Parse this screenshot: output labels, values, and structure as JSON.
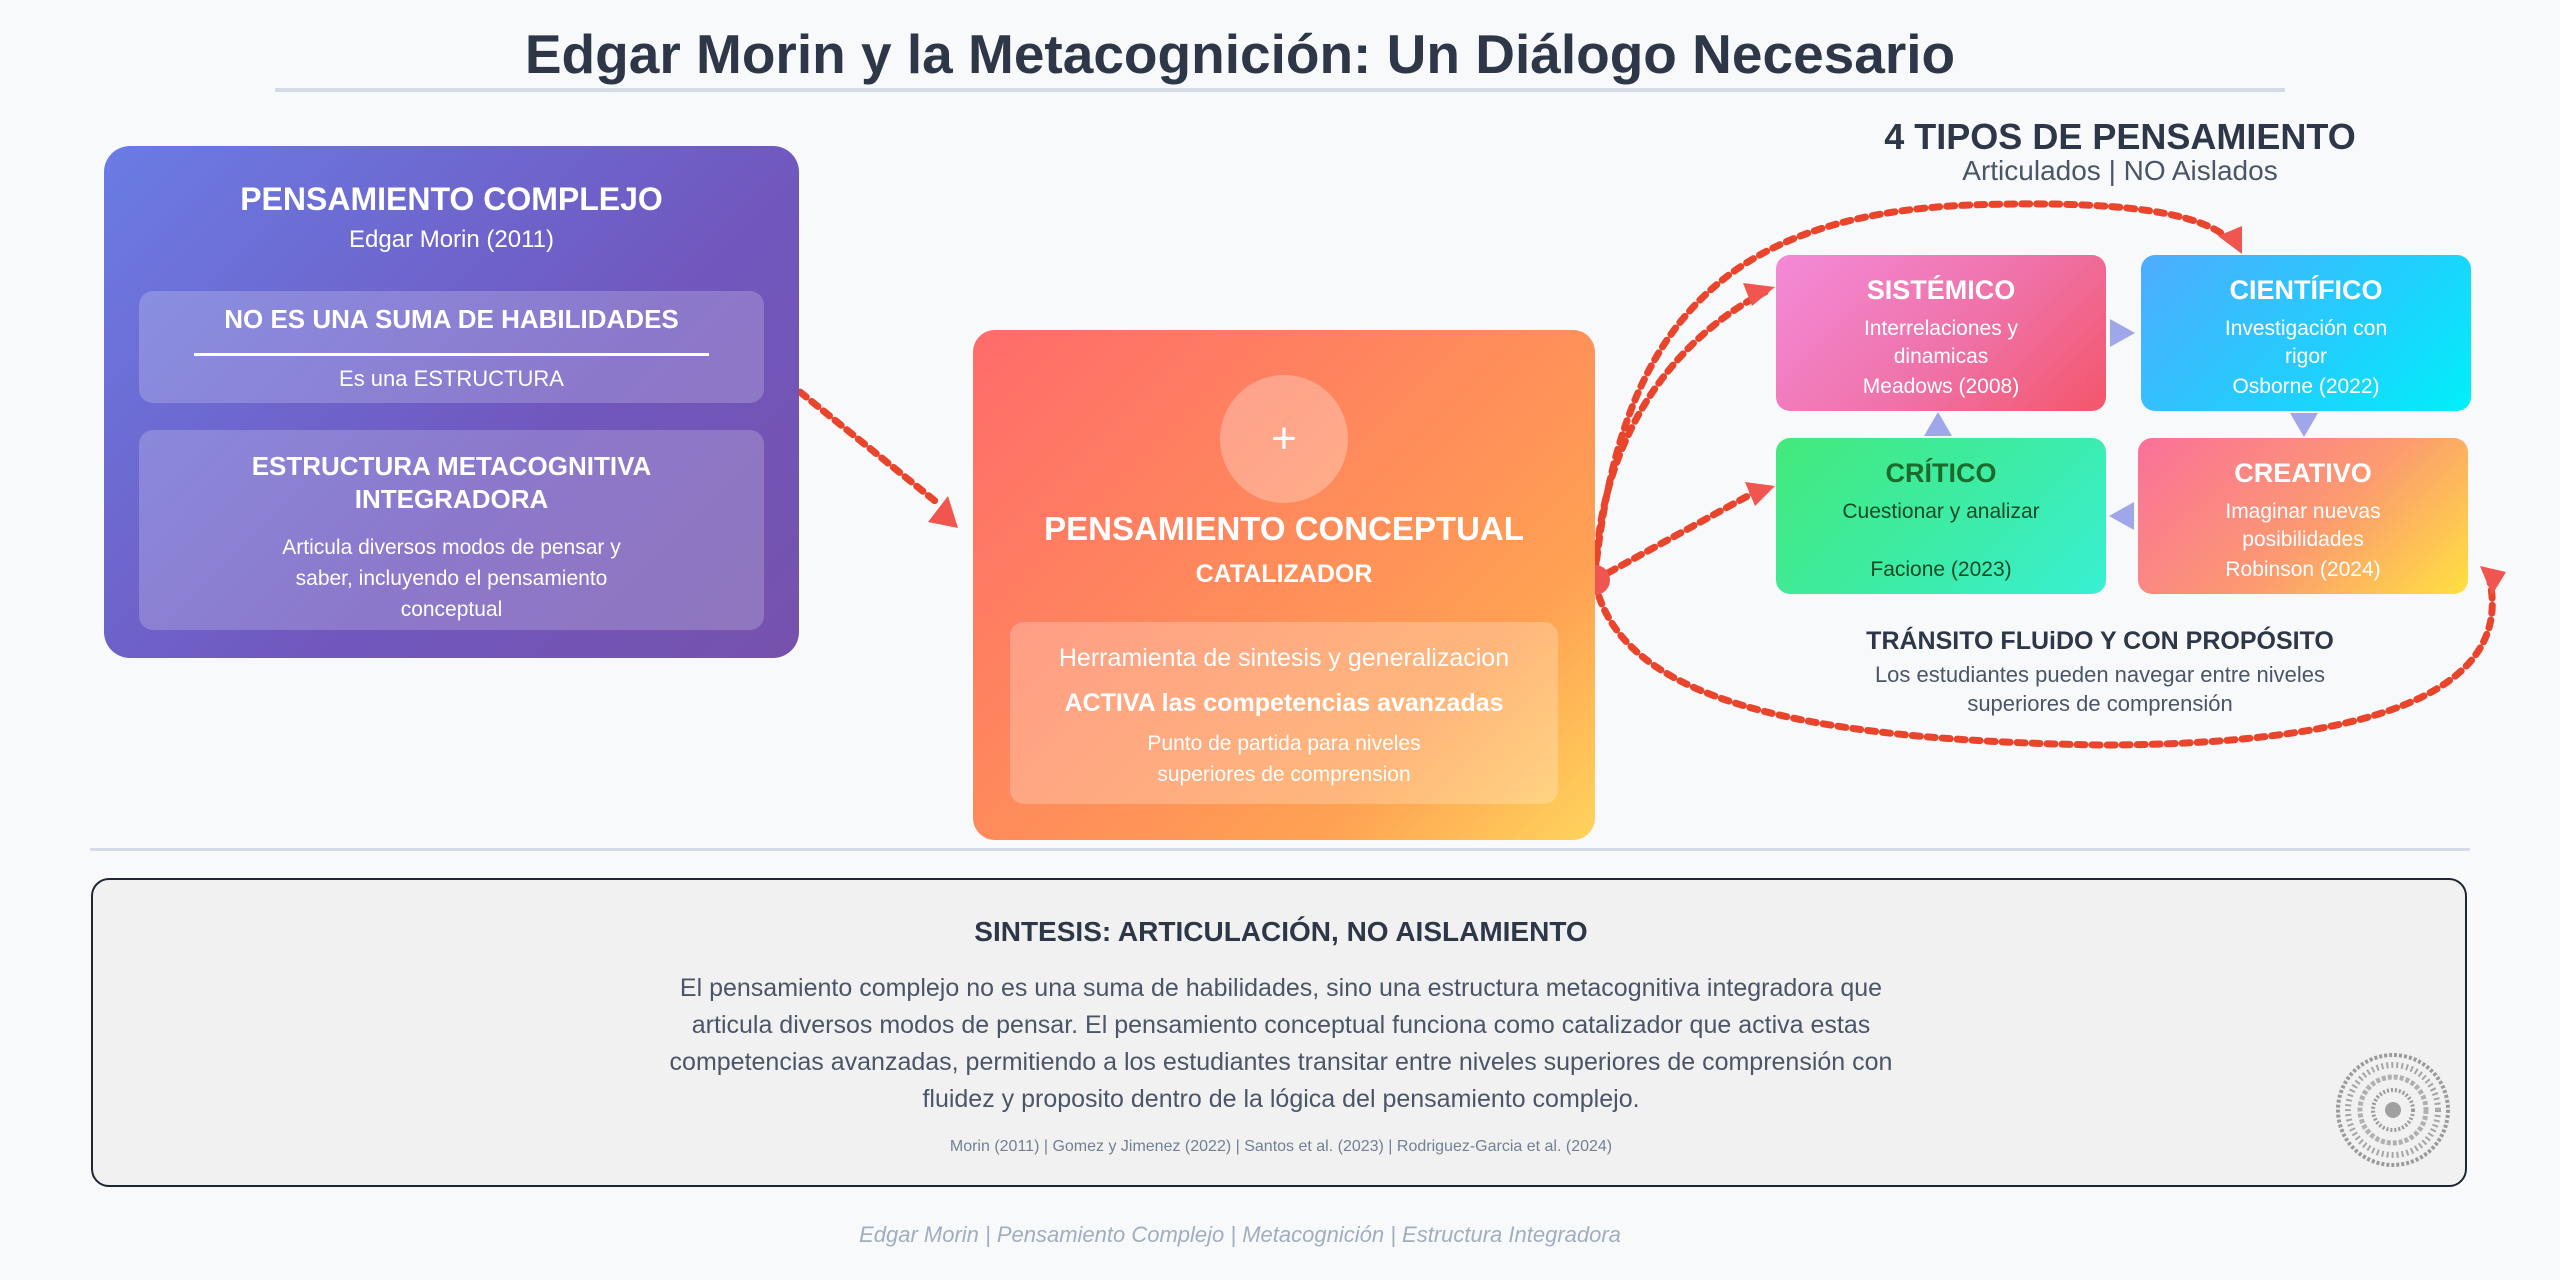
{
  "title": "Edgar Morin y la Metacognición: Un Diálogo Necesario",
  "left": {
    "title": "PENSAMIENTO COMPLEJO",
    "subtitle": "Edgar Morin (2011)",
    "box_a": {
      "title": "NO ES UNA SUMA DE HABILIDADES",
      "text": "Es una ESTRUCTURA"
    },
    "box_b": {
      "title": "ESTRUCTURA METACOGNITIVA INTEGRADORA",
      "text": "Articula diversos modos de pensar y saber, incluyendo el pensamiento conceptual"
    }
  },
  "center": {
    "icon": "+",
    "title": "PENSAMIENTO CONCEPTUAL",
    "subtitle": "CATALIZADOR",
    "line1": "Herramienta de sintesis y generalizacion",
    "line2": "ACTIVA las competencias avanzadas",
    "line3": "Punto de partida para niveles superiores de comprension"
  },
  "types": {
    "title": "4 TIPOS DE PENSAMIENTO",
    "subtitle": "Articulados | NO Aislados",
    "items": [
      {
        "title": "SISTÉMICO",
        "desc": "Interrelaciones y dinamicas",
        "cite": "Meadows (2008)"
      },
      {
        "title": "CIENTÍFICO",
        "desc": "Investigación con rigor",
        "cite": "Osborne (2022)"
      },
      {
        "title": "CRÍTICO",
        "desc": "Cuestionar y analizar",
        "cite": "Facione (2023)"
      },
      {
        "title": "CREATIVO",
        "desc": "Imaginar nuevas posibilidades",
        "cite": "Robinson (2024)"
      }
    ]
  },
  "flow": {
    "title": "TRÁNSITO FLUiDO Y CON PROPÓSITO",
    "text": "Los estudiantes pueden navegar entre niveles superiores de comprensión"
  },
  "synthesis": {
    "title": "SINTESIS: ARTICULACIÓN, NO AISLAMIENTO",
    "text": "El pensamiento complejo no es una suma de habilidades, sino una estructura metacognitiva integradora que articula diversos modos de pensar. El pensamiento conceptual funciona como catalizador que activa estas competencias avanzadas, permitiendo a los estudiantes transitar entre niveles superiores de comprensión con fluidez y proposito dentro de la lógica del pensamiento complejo.",
    "citations": "Morin (2011) | Gomez y Jimenez (2022) | Santos et al. (2023) | Rodriguez-Garcia et al. (2024)"
  },
  "footer": "Edgar Morin | Pensamiento Complejo | Metacognición | Estructura Integradora",
  "colors": {
    "arrow": "#e8452c",
    "connector": "#9fa6ea",
    "accent_dot": "#f0564f"
  }
}
